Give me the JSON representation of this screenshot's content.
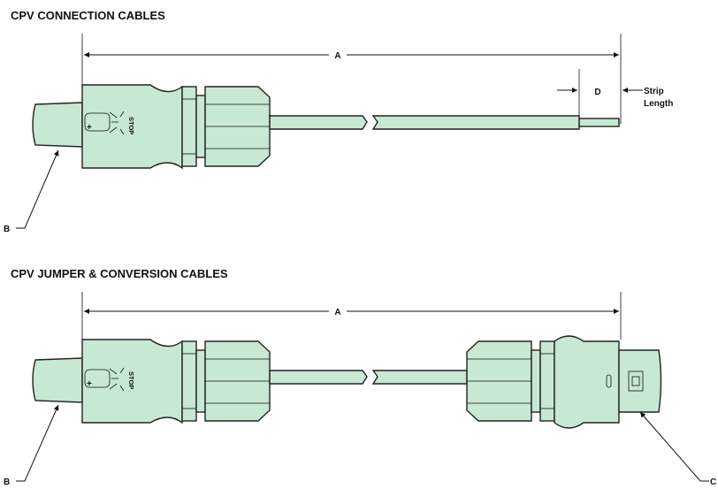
{
  "sections": [
    {
      "title": "CPV CONNECTION CABLES"
    },
    {
      "title": "CPV JUMPER & CONVERSION CABLES"
    }
  ],
  "labels": {
    "a": "A",
    "b": "B",
    "c": "C",
    "d": "D",
    "strip": "Strip",
    "length": "Length",
    "stop": "STOP",
    "plus": "+"
  },
  "colors": {
    "connector_body": "#c7e8d2",
    "outline": "#222222"
  }
}
